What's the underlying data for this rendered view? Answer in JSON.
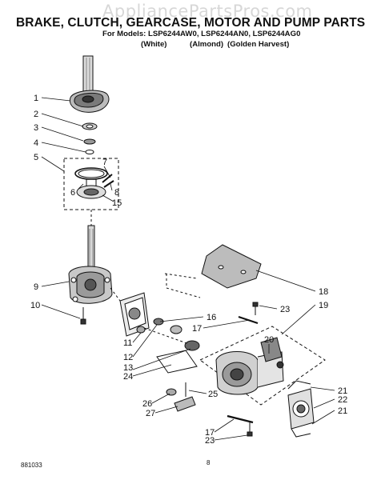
{
  "watermark": "AppliancePartsPros.com",
  "header": {
    "title": "BRAKE, CLUTCH, GEARCASE, MOTOR AND PUMP PARTS",
    "models_line": "For Models: LSP6244AW0, LSP6244AN0, LSP6244AG0",
    "colors": [
      "(White)",
      "(Almond)",
      "(Golden Harvest)"
    ]
  },
  "callouts": [
    "1",
    "2",
    "3",
    "4",
    "5",
    "7",
    "6",
    "8",
    "15",
    "9",
    "10",
    "18",
    "23",
    "19",
    "16",
    "17",
    "11",
    "12",
    "13",
    "24",
    "20",
    "25",
    "26",
    "27",
    "21",
    "22",
    "21",
    "17",
    "23"
  ],
  "footer": {
    "doc_number": "881033",
    "page_number": "8"
  }
}
